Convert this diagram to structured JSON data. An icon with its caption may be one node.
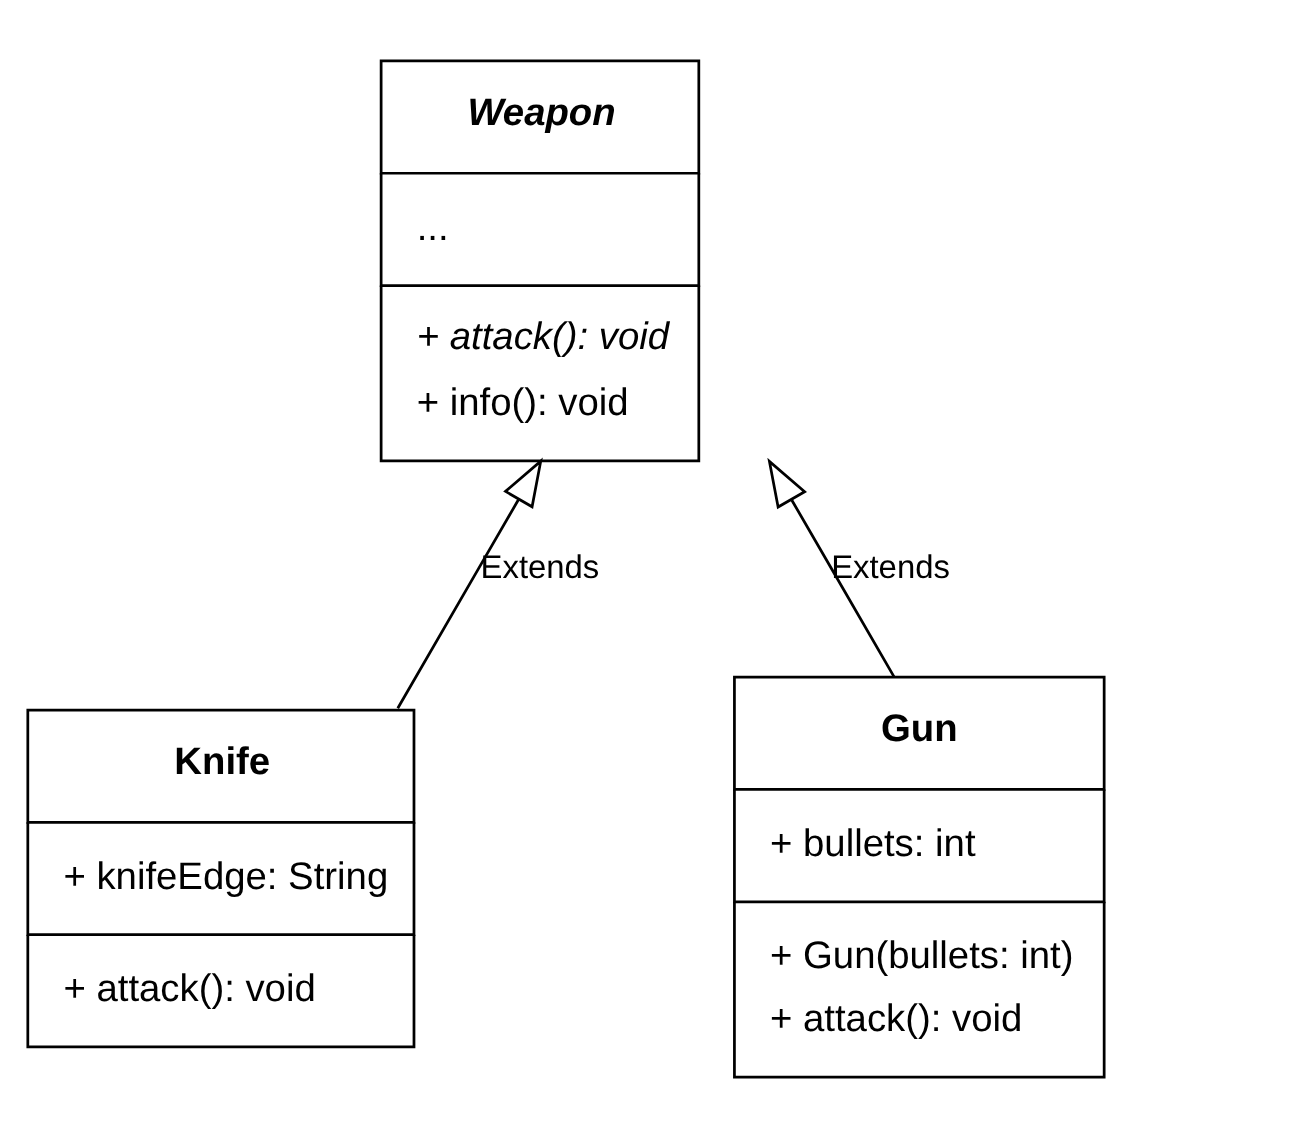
{
  "diagram": {
    "nodes": [
      {
        "text": [
          "Weapon",
          "...",
          "+ attack(): void",
          "+ info(): void"
        ]
      },
      {
        "text": [
          "Knife",
          "+ knifeEdge: String",
          "+ attack(): void"
        ]
      },
      {
        "text": [
          "Gun",
          "+ bullets: int",
          "+ Gun(bullets: int)",
          "+ attack(): void"
        ]
      }
    ],
    "edges": [
      {
        "from": 1,
        "to": 0,
        "arrow": "to",
        "label": "Extends"
      },
      {
        "from": 2,
        "to": 0,
        "arrow": "to",
        "label": "Extends"
      }
    ]
  }
}
